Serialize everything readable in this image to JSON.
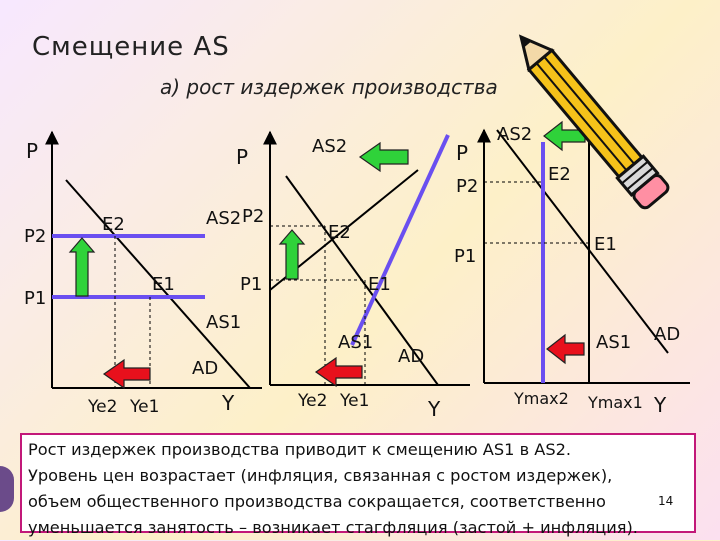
{
  "title": "Смещение AS",
  "subtitle": "а) рост издержек производства",
  "colors": {
    "as_curve": "#6a4ff0",
    "ad_curve": "#000000",
    "arrow_green": "#2fd23a",
    "arrow_red": "#e8101c",
    "caption_border": "#c21879"
  },
  "graph1": {
    "y_axis": "P",
    "p2": "P2",
    "p1": "P1",
    "e2": "E2",
    "e1": "E1",
    "as2": "AS2",
    "as1": "AS1",
    "ad": "AD",
    "ye2": "Ye2",
    "ye1": "Ye1",
    "x_axis": "Y"
  },
  "graph2": {
    "y_axis": "P",
    "p2": "P2",
    "p1": "P1",
    "e2": "E2",
    "e1": "E1",
    "as2": "AS2",
    "as1": "AS1",
    "ad": "AD",
    "ye2": "Ye2",
    "ye1": "Ye1",
    "x_axis": "Y"
  },
  "graph3": {
    "y_axis": "P",
    "p2": "P2",
    "p1": "P1",
    "e2": "E2",
    "e1": "E1",
    "as2": "AS2",
    "as1": "AS1",
    "ad": "AD",
    "ymax2": "Ymax2",
    "ymax1": "Ymax1",
    "x_axis": "Y"
  },
  "caption": {
    "line1": "Рост издержек производства приводит к смещению AS1 в AS2.",
    "line2": "Уровень цен возрастает (инфляция, связанная с ростом издержек),",
    "line3": "объем общественного производства сокращается, соответственно",
    "line4": "уменьшается занятость – возникает стагфляция (застой + инфляция)."
  },
  "slide_number": "14"
}
